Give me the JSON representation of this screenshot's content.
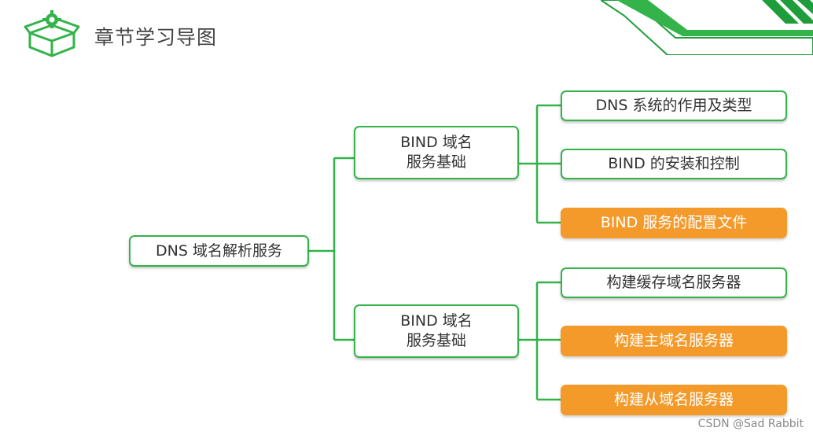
{
  "header": {
    "title": "章节学习导图",
    "icon": "gear-box-icon"
  },
  "root": {
    "label": "DNS 域名解析服务"
  },
  "branches": [
    {
      "label_line1": "BIND 域名",
      "label_line2": "服务基础",
      "children": [
        {
          "label": "DNS 系统的作用及类型",
          "highlight": false
        },
        {
          "label": "BIND 的安装和控制",
          "highlight": false
        },
        {
          "label": "BIND 服务的配置文件",
          "highlight": true
        }
      ]
    },
    {
      "label_line1": "BIND 域名",
      "label_line2": "服务基础",
      "children": [
        {
          "label": "构建缓存域名服务器",
          "highlight": false
        },
        {
          "label": "构建主域名服务器",
          "highlight": true
        },
        {
          "label": "构建从域名服务器",
          "highlight": true
        }
      ]
    }
  ],
  "colors": {
    "green": "#33b34a",
    "orange": "#f39a2b",
    "dark_green": "#1f9d3a"
  },
  "watermark": "CSDN @Sad Rabbit"
}
